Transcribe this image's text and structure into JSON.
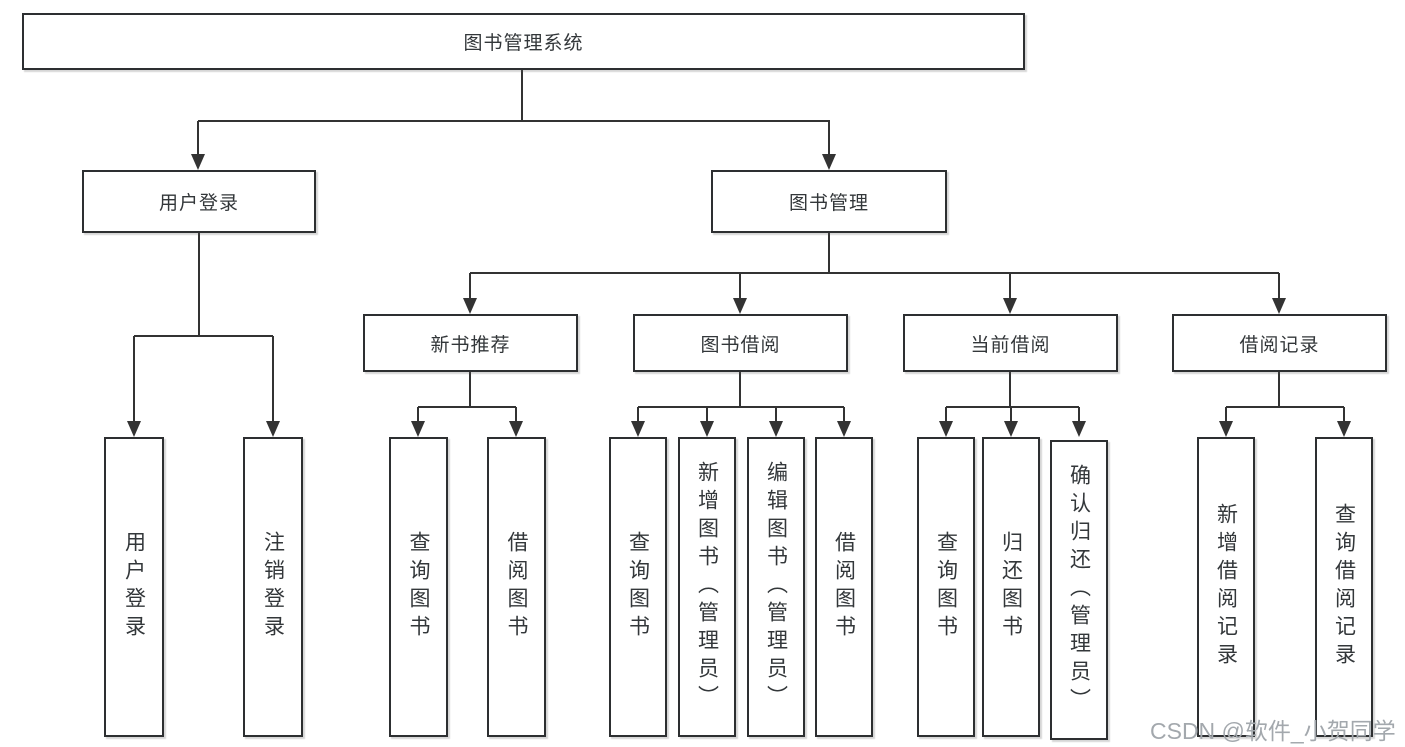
{
  "diagram": {
    "title": "图书管理系统",
    "type": "functional-structure-tree",
    "colors": {
      "line": "#333333",
      "box_border": "#2d2f31",
      "text": "#33373a",
      "background": "#ffffff",
      "watermark": "#a3a8ad"
    },
    "root": {
      "label": "图书管理系统"
    },
    "level2": [
      {
        "label": "用户登录",
        "children": [
          "用户登录",
          "注销登录"
        ]
      },
      {
        "label": "图书管理"
      }
    ],
    "level3": [
      {
        "label": "新书推荐",
        "children": [
          "查询图书",
          "借阅图书"
        ]
      },
      {
        "label": "图书借阅",
        "children": [
          "查询图书",
          "新增图书（管理员）",
          "编辑图书（管理员）",
          "借阅图书"
        ]
      },
      {
        "label": "当前借阅",
        "children": [
          "查询图书",
          "归还图书",
          "确认归还（管理员）"
        ]
      },
      {
        "label": "借阅记录",
        "children": [
          "新增借阅记录",
          "查询借阅记录"
        ]
      }
    ]
  },
  "watermark": {
    "text": "CSDN @软件_小贺同学"
  }
}
